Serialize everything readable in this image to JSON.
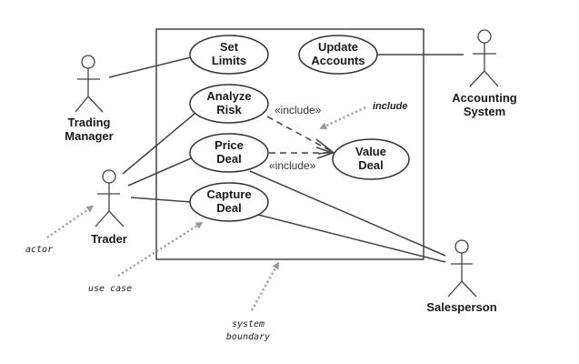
{
  "diagram": {
    "type": "UML use case diagram",
    "system_boundary": {
      "label": ""
    },
    "use_cases": [
      {
        "id": "set-limits",
        "lines": [
          "Set",
          "Limits"
        ]
      },
      {
        "id": "update-accounts",
        "lines": [
          "Update",
          "Accounts"
        ]
      },
      {
        "id": "analyze-risk",
        "lines": [
          "Analyze",
          "Risk"
        ]
      },
      {
        "id": "price-deal",
        "lines": [
          "Price",
          "Deal"
        ]
      },
      {
        "id": "value-deal",
        "lines": [
          "Value",
          "Deal"
        ]
      },
      {
        "id": "capture-deal",
        "lines": [
          "Capture",
          "Deal"
        ]
      }
    ],
    "actors": [
      {
        "id": "trading-manager",
        "lines": [
          "Trading",
          "Manager"
        ]
      },
      {
        "id": "accounting-system",
        "lines": [
          "Accounting",
          "System"
        ]
      },
      {
        "id": "trader",
        "lines": [
          "Trader"
        ]
      },
      {
        "id": "salesperson",
        "lines": [
          "Salesperson"
        ]
      }
    ],
    "associations": [
      {
        "from": "trading-manager",
        "to": "set-limits"
      },
      {
        "from": "accounting-system",
        "to": "update-accounts"
      },
      {
        "from": "trader",
        "to": "analyze-risk"
      },
      {
        "from": "trader",
        "to": "price-deal"
      },
      {
        "from": "trader",
        "to": "capture-deal"
      },
      {
        "from": "salesperson",
        "to": "price-deal"
      },
      {
        "from": "salesperson",
        "to": "capture-deal"
      }
    ],
    "includes": [
      {
        "from": "analyze-risk",
        "to": "value-deal",
        "label": "«include»"
      },
      {
        "from": "price-deal",
        "to": "value-deal",
        "label": "«include»"
      }
    ],
    "annotations": [
      {
        "id": "include-note",
        "lines": [
          "include"
        ]
      },
      {
        "id": "actor-note",
        "lines": [
          "actor"
        ]
      },
      {
        "id": "use-case-note",
        "lines": [
          "use case"
        ]
      },
      {
        "id": "system-boundary-note",
        "lines": [
          "system",
          "boundary"
        ]
      }
    ]
  }
}
